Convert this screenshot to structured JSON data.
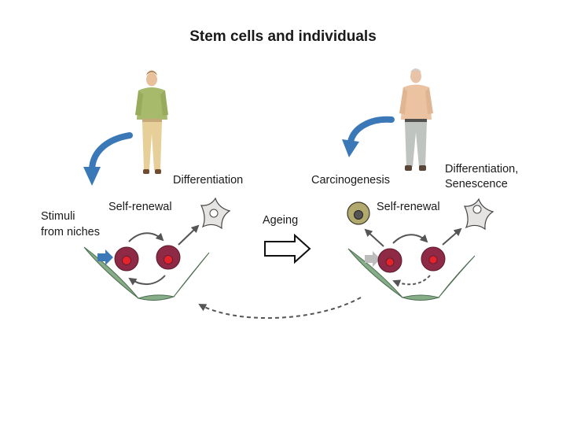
{
  "title": "Stem cells and individuals",
  "left_panel": {
    "stimuli_line1": "Stimuli",
    "stimuli_line2": "from niches",
    "self_renewal": "Self-renewal",
    "differentiation": "Differentiation"
  },
  "middle": {
    "ageing": "Ageing"
  },
  "right_panel": {
    "carcinogenesis": "Carcinogenesis",
    "self_renewal": "Self-renewal",
    "differentiation_line1": "Differentiation,",
    "differentiation_line2": "Senescence"
  },
  "colors": {
    "stem_cell": "#8e2a45",
    "nucleus": "#e5232a",
    "niche_leaf": "#86ad88",
    "arrow_blue": "#3b78b7",
    "arrow_gray": "#555555",
    "diff_cell": "#e6e4e2",
    "cancer_cell": "#b2a96e"
  }
}
